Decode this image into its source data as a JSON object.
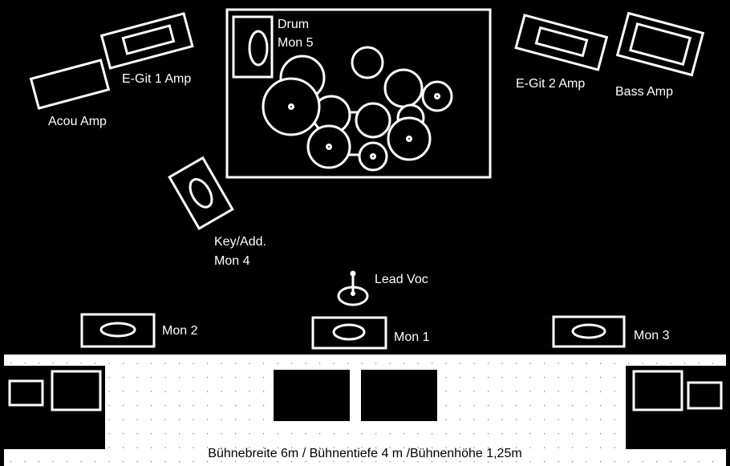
{
  "labels": {
    "drum_mon": [
      "Drum",
      "Mon 5"
    ],
    "egit1": "E-Git 1 Amp",
    "acou": "Acou Amp",
    "egit2": "E-Git 2 Amp",
    "bass": "Bass Amp",
    "keymon": [
      "Key/Add.",
      "Mon 4"
    ],
    "lead_voc": "Lead Voc",
    "mon1": "Mon 1",
    "mon2": "Mon 2",
    "mon3": "Mon 3",
    "stage_caption": "Bühnebreite 6m / Bühnentiefe 4 m /Bühnenhöhe 1,25m"
  },
  "colors": {
    "background": "#000000",
    "stroke": "#ffffff"
  }
}
